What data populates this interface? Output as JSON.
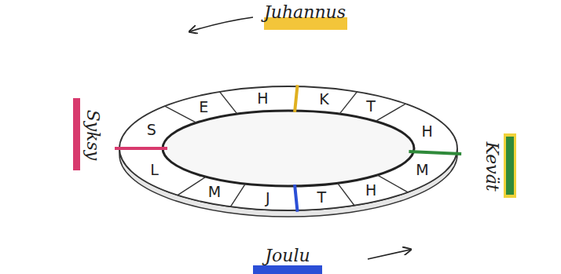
{
  "diagram": {
    "labels": [
      "Juhannus",
      "Syksy",
      "Kevät",
      "Joulu",
      "T",
      "H",
      "M",
      "H",
      "T",
      "K",
      "H",
      "E",
      "S",
      "L",
      "M",
      "J"
    ]
  }
}
